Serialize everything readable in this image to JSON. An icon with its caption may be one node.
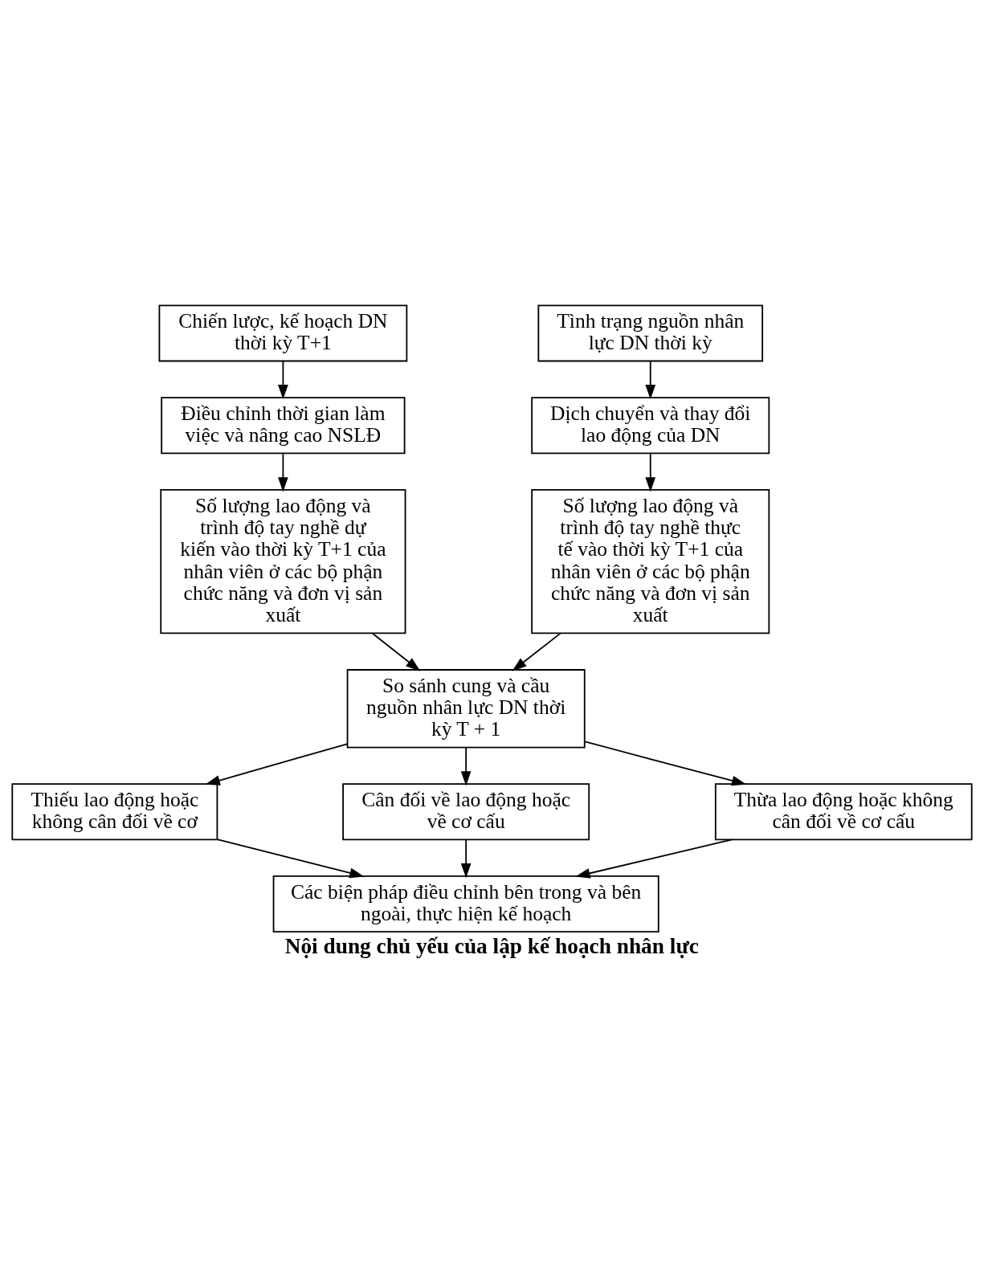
{
  "diagram": {
    "caption": "Nội dung chủ yếu của lập kế hoạch nhân lực",
    "nodes": [
      {
        "text": [
          "Chiến lược, kế hoạch DN thời kỳ T+1"
        ]
      },
      {
        "text": [
          "Tình trạng nguồn nhân lực DN thời kỳ"
        ]
      },
      {
        "text": [
          "Điều chỉnh thời gian làm việc và nâng cao NSLĐ"
        ]
      },
      {
        "text": [
          "Dịch chuyển và thay đổi lao động của DN"
        ]
      },
      {
        "text": [
          "Số lượng lao động và trình độ tay nghề dự kiến vào thời kỳ T+1 của nhân viên ở các bộ phận chức năng và đơn vị sản xuất"
        ]
      },
      {
        "text": [
          "Số lượng lao động và trình độ tay nghề thực tế vào thời kỳ T+1 của nhân viên ở các bộ phận chức năng và đơn vị sản xuất"
        ]
      },
      {
        "text": [
          "So sánh cung và cầu nguồn nhân lực DN thời kỳ T + 1"
        ]
      },
      {
        "text": [
          "Thiếu lao động hoặc không cân đối về cơ"
        ]
      },
      {
        "text": [
          "Cân đối về lao động hoặc về cơ cấu"
        ]
      },
      {
        "text": [
          "Thừa lao động hoặc không cân đối về cơ cấu"
        ]
      },
      {
        "text": [
          "Các biện pháp điều chỉnh bên trong và bên ngoài, thực hiện kế hoạch"
        ]
      }
    ],
    "edges": [
      {
        "from": 0,
        "to": 2,
        "arrow": "to"
      },
      {
        "from": 1,
        "to": 3,
        "arrow": "to"
      },
      {
        "from": 2,
        "to": 4,
        "arrow": "to"
      },
      {
        "from": 3,
        "to": 5,
        "arrow": "to"
      },
      {
        "from": 4,
        "to": 6,
        "arrow": "to"
      },
      {
        "from": 5,
        "to": 6,
        "arrow": "to"
      },
      {
        "from": 6,
        "to": 7,
        "arrow": "to"
      },
      {
        "from": 6,
        "to": 8,
        "arrow": "to"
      },
      {
        "from": 6,
        "to": 9,
        "arrow": "to"
      },
      {
        "from": 7,
        "to": 10,
        "arrow": "to"
      },
      {
        "from": 8,
        "to": 10,
        "arrow": "to"
      },
      {
        "from": 9,
        "to": 10,
        "arrow": "to"
      }
    ]
  }
}
